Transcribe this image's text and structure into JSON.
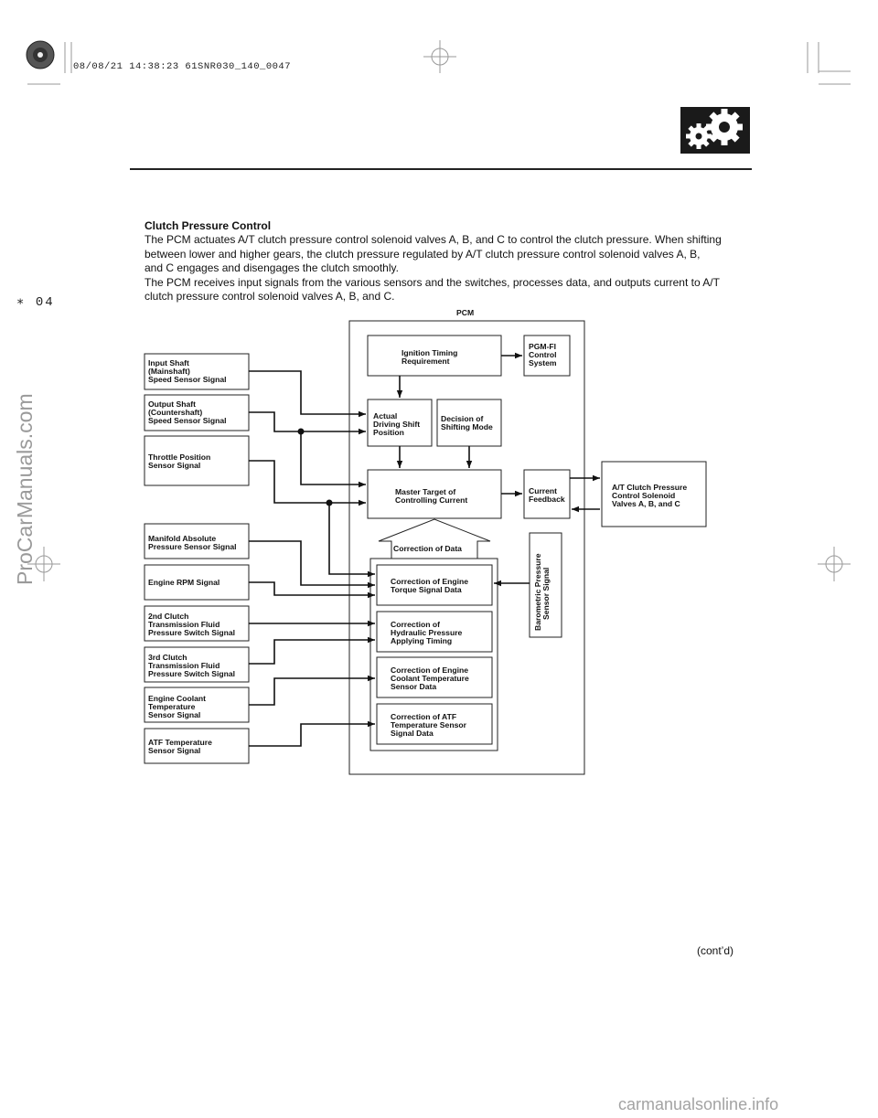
{
  "header": {
    "stamp": "08/08/21 14:38:23 61SNR030_140_0047",
    "page_code": "∗ 04"
  },
  "watermarks": {
    "side": "ProCarManuals.com",
    "bottom": "carmanualsonline.info"
  },
  "icons": {
    "gear_badge": "gears-icon",
    "registration": "crosshair-icon"
  },
  "section": {
    "title": "Clutch Pressure Control",
    "paragraph1_lines": [
      "The PCM actuates A/T clutch pressure control solenoid valves A, B, and C to control the clutch pressure. When shifting",
      "between lower and higher gears, the clutch pressure regulated by A/T clutch pressure control solenoid valves A, B,",
      "and C engages and disengages the clutch smoothly."
    ],
    "paragraph2_lines": [
      "The PCM receives input signals from the various sensors and the switches, processes data, and outputs current to A/T",
      "clutch pressure control solenoid valves A, B, and C."
    ]
  },
  "diagram": {
    "pcm_label": "PCM",
    "inputs": {
      "input_shaft": [
        "Input Shaft",
        "(Mainshaft)",
        "Speed Sensor Signal"
      ],
      "output_shaft": [
        "Output Shaft",
        "(Countershaft)",
        "Speed Sensor Signal"
      ],
      "throttle": [
        "Throttle Position",
        "Sensor Signal"
      ],
      "map": [
        "Manifold Absolute",
        "Pressure Sensor Signal"
      ],
      "rpm": [
        "Engine RPM Signal"
      ],
      "clutch2": [
        "2nd Clutch",
        "Transmission Fluid",
        "Pressure Switch Signal"
      ],
      "clutch3": [
        "3rd Clutch",
        "Transmission Fluid",
        "Pressure Switch Signal"
      ],
      "coolant": [
        "Engine Coolant",
        "Temperature",
        "Sensor Signal"
      ],
      "atf": [
        "ATF Temperature",
        "Sensor Signal"
      ]
    },
    "blocks": {
      "ignition": [
        "Ignition Timing",
        "Requirement"
      ],
      "pgmfi": [
        "PGM-FI",
        "Control",
        "System"
      ],
      "actual": [
        "Actual",
        "Driving Shift",
        "Position"
      ],
      "decision": [
        "Decision of",
        "Shifting Mode"
      ],
      "master": [
        "Master Target of",
        "Controlling Current"
      ],
      "feedback": [
        "Current",
        "Feedback"
      ],
      "solenoid": [
        "A/T Clutch Pressure",
        "Control Solenoid",
        "Valves A, B, and C"
      ],
      "correction_data": "Correction of Data",
      "baro": [
        "Barometric Pressure",
        "Sensor Signal"
      ],
      "corr_torque": [
        "Correction of Engine",
        "Torque Signal Data"
      ],
      "corr_hydraulic": [
        "Correction of",
        "Hydraulic Pressure",
        "Applying Timing"
      ],
      "corr_coolant": [
        "Correction of Engine",
        "Coolant Temperature",
        "Sensor Data"
      ],
      "corr_atf": [
        "Correction of ATF",
        "Temperature Sensor",
        "Signal Data"
      ]
    }
  },
  "footer": {
    "contd": "(cont’d)"
  }
}
